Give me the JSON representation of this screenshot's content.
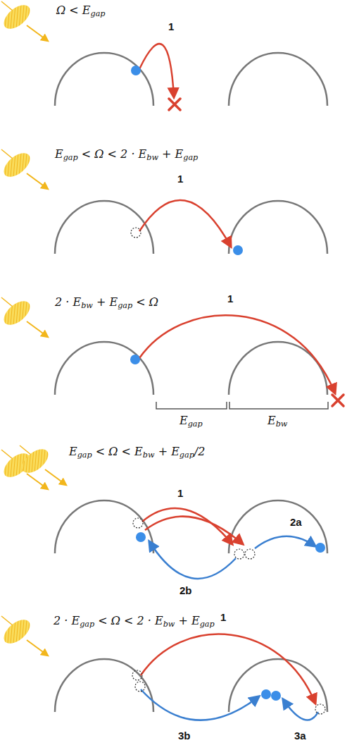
{
  "diagram": {
    "labels": [
      "Ω < Egap",
      "1",
      "Egap < Ω < 2 · Ebw + Egap",
      "1",
      "2 · Ebw + Egap < Ω",
      "1",
      "Egap",
      "Ebw",
      "Egap < Ω < Ebw + Egap/2",
      "1",
      "2a",
      "2b",
      "2 · Egap < Ω < 2 · Ebw + Egap",
      "1",
      "3b",
      "3a"
    ]
  }
}
